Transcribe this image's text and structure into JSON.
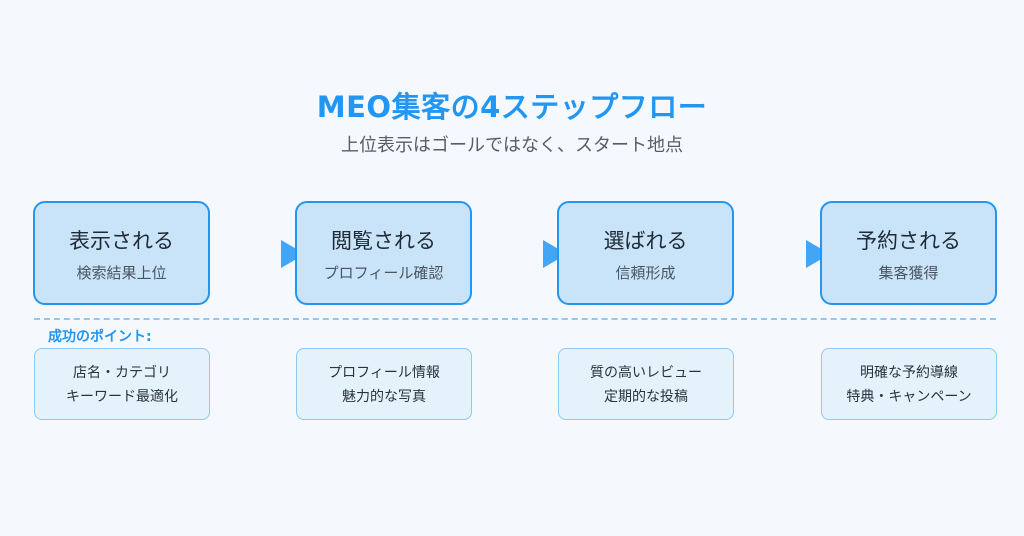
{
  "header": {
    "title": "MEO集客の4ステップフロー",
    "subtitle": "上位表示はゴールではなく、スタート地点"
  },
  "steps": [
    {
      "title": "表示される",
      "subtitle": "検索結果上位"
    },
    {
      "title": "閲覧される",
      "subtitle": "プロフィール確認"
    },
    {
      "title": "選ばれる",
      "subtitle": "信頼形成"
    },
    {
      "title": "予約される",
      "subtitle": "集客獲得"
    }
  ],
  "points": {
    "label": "成功のポイント:",
    "items": [
      {
        "lines": [
          "店名・カテゴリ",
          "キーワード最適化"
        ]
      },
      {
        "lines": [
          "プロフィール情報",
          "魅力的な写真"
        ]
      },
      {
        "lines": [
          "質の高いレビュー",
          "定期的な投稿"
        ]
      },
      {
        "lines": [
          "明確な予約導線",
          "特典・キャンペーン"
        ]
      }
    ]
  },
  "colors": {
    "accent": "#2196f3",
    "step_fill": "#c9e3f8",
    "point_fill": "#e4f2fc",
    "background": "#f5f8fc"
  }
}
